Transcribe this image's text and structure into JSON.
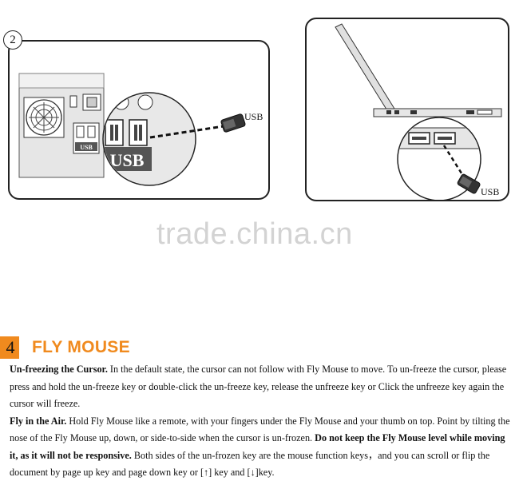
{
  "figures": {
    "step_number": "2",
    "left_label": "USB",
    "left_big_label": "USB",
    "left_port_label": "USB",
    "right_label": "USB"
  },
  "watermark": "trade.china.cn",
  "section": {
    "number": "4",
    "title": "FLY MOUSE"
  },
  "paragraphs": {
    "p1": {
      "bold": "Un-freezing the Cursor.",
      "text": " In the default state, the cursor can not follow with Fly Mouse to move. To un-freeze the cursor, please press and hold the un-freeze key or double-click the un-freeze key, release the unfreeze key or Click the unfreeze key again the cursor will freeze."
    },
    "p2": {
      "bold": "Fly in the Air.",
      "text": " Hold Fly Mouse like a remote, with your fingers under the Fly Mouse and your thumb on top. Point by tilting the nose of the Fly Mouse up, down, or side-to-side when the cursor is un-frozen. ",
      "bold2": "Do not keep the Fly Mouse level while moving it, as it will not be responsive.",
      "text2": " Both sides of the un-frozen key are the mouse function keys，and you can scroll or flip the document by page up key and page down key or [↑] key and [↓]key."
    }
  }
}
